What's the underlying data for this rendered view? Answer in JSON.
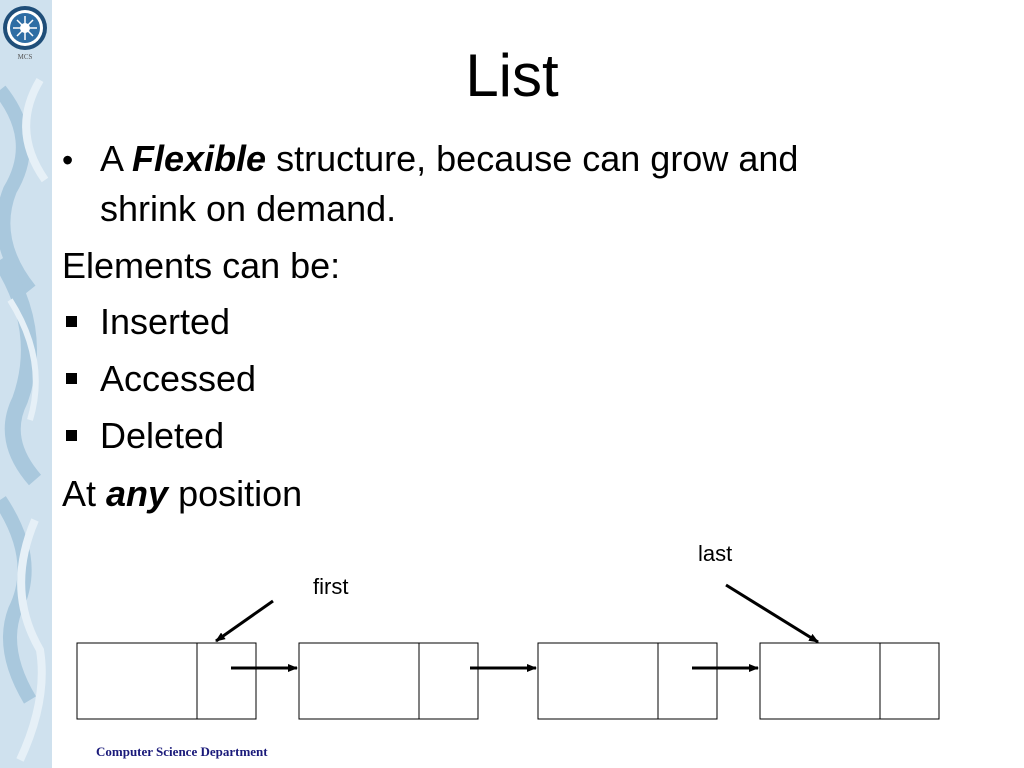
{
  "slide": {
    "title": "List",
    "bullet1": {
      "marker": "•",
      "prefix": "A ",
      "emphasis": "Flexible",
      "suffix": " structure, because can grow and",
      "continuation": "shrink on demand."
    },
    "elements_intro": "Elements can be:",
    "sub_items": [
      "Inserted",
      "Accessed",
      "Deleted"
    ],
    "position_line": {
      "prefix": "At ",
      "emphasis": "any",
      "suffix": " position"
    }
  },
  "diagram": {
    "pointer_first_label": "first",
    "pointer_last_label": "last",
    "node_count": 4
  },
  "footer": "Computer Science Department",
  "logo": {
    "icon": "university-seal-icon",
    "caption": "MCS"
  },
  "colors": {
    "side_strip": "#cfe1ee",
    "footer_text": "#1a1a7a"
  }
}
